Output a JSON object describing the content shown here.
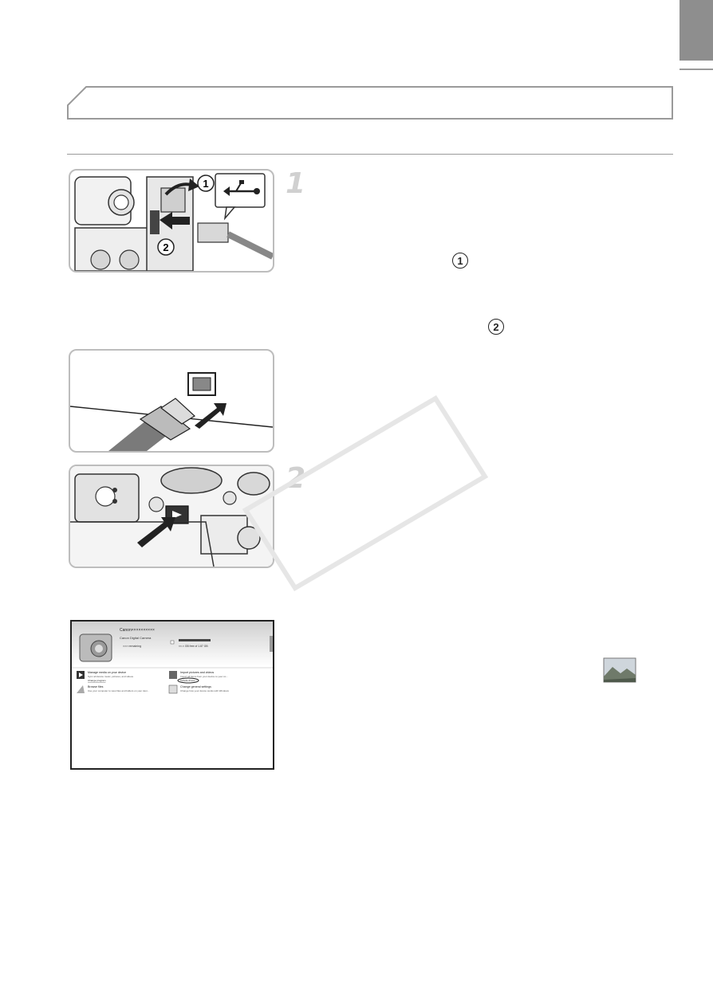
{
  "page": {
    "steps": [
      {
        "number": "1"
      },
      {
        "number": "2"
      }
    ],
    "markers": [
      "1",
      "2"
    ]
  },
  "illustrations": {
    "panel_1": {
      "callouts": [
        "1",
        "2"
      ]
    },
    "screenshot": {
      "device_name": "Canon××××××××××",
      "device_type": "Canon Digital Camera",
      "storage_label": "××.× GB free of 1.87 GB",
      "status": "××× remaining",
      "options": [
        {
          "title": "Manage media on your device",
          "desc": "Sync all device music, pictures, and videos",
          "link": "Change program"
        },
        {
          "title": "Import pictures and videos",
          "desc": "Import all items from your device to your co...",
          "link": "Include drives"
        },
        {
          "title": "Browse files",
          "desc": "Use your computer to view files and folders on your devi...",
          "link": ""
        },
        {
          "title": "Change general settings",
          "desc": "Change how your device works with Windows",
          "link": ""
        }
      ]
    }
  },
  "colors": {
    "tab_gray": "#8e8e8e",
    "rule_gray": "#9a9a9a",
    "panel_border": "#bdbdbd",
    "watermark": "#e6e6e6"
  }
}
